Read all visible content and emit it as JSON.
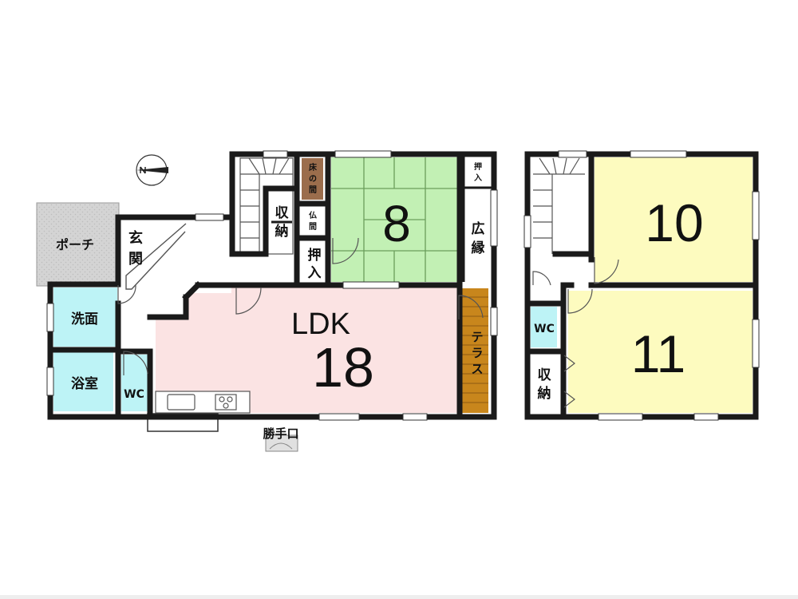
{
  "floor1": {
    "porch": "ポーチ",
    "entrance": [
      "玄",
      "関"
    ],
    "washroom": "洗面",
    "bathroom": "浴室",
    "wc": "WC",
    "storage": [
      "収",
      "納"
    ],
    "tokonoma": [
      "床",
      "の",
      "間"
    ],
    "butsuma": [
      "仏",
      "間"
    ],
    "oshiire_small": [
      "押",
      "入"
    ],
    "oshiire": [
      "押",
      "入"
    ],
    "hiroen": [
      "広",
      "縁"
    ],
    "washitsu_size": "8",
    "ldk_label": "LDK",
    "ldk_size": "18",
    "terrace": [
      "テ",
      "ラ",
      "ス"
    ],
    "back_door": "勝手口"
  },
  "floor2": {
    "room_a_size": "10",
    "room_b_size": "11",
    "wc": "WC",
    "storage": [
      "収",
      "納"
    ]
  },
  "colors": {
    "wall": "#1a1a1a",
    "ldk_fill": "#fbe3e3",
    "washitsu_fill": "#c2f0b4",
    "wet_fill": "#bdf3f6",
    "bedroom_fill": "#fdfbbf",
    "wood_fill": "#c8861c",
    "tokonoma_fill": "#9b6d4c",
    "porch_fill": "#cfcfcf"
  }
}
